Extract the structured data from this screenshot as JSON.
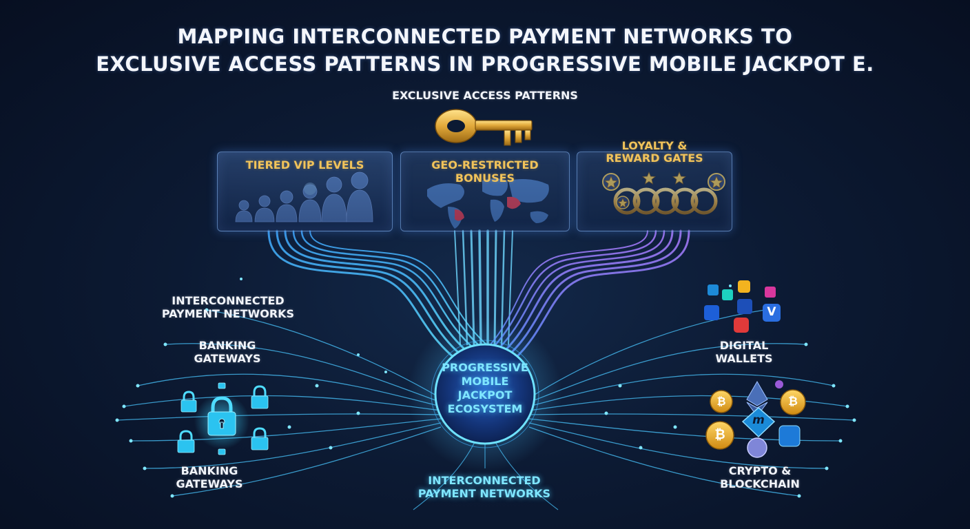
{
  "title": {
    "line1": "MAPPING INTERCONNECTED PAYMENT NETWORKS TO",
    "line2": "EXCLUSIVE ACCESS PATTERNS IN PROGRESSIVE MOBILE JACKPOT E."
  },
  "access_header": "EXCLUSIVE ACCESS PATTERNS",
  "panels": {
    "vip": "TIERED VIP LEVELS",
    "geo_line1": "GEO-RESTRICTED",
    "geo_line2": "BONUSES",
    "loyalty_line1": "LOYALTY &",
    "loyalty_line2": "REWARD GATES"
  },
  "hub": {
    "line1": "PROGRESSIVE",
    "line2": "MOBILE",
    "line3": "JACKPOT",
    "line4": "ECOSYSTEM"
  },
  "left_labels": {
    "networks_line1": "INTERCONNECTED",
    "networks_line2": "PAYMENT NETWORKS",
    "banking_top_line1": "BANKING",
    "banking_top_line2": "GATEWAYS",
    "banking_bottom_line1": "BANKING",
    "banking_bottom_line2": "GATEWAYS"
  },
  "bottom_label": {
    "line1": "INTERCONNECTED",
    "line2": "PAYMENT NETWORKS"
  },
  "right_labels": {
    "wallets_line1": "DIGITAL",
    "wallets_line2": "WALLETS",
    "crypto_line1": "CRYPTO &",
    "crypto_line2": "BLOCKCHAIN"
  },
  "icons": {
    "wallet_v": "V",
    "crypto_m": "m",
    "bitcoin": "₿"
  },
  "colors": {
    "gold": "#f1c35a",
    "cyan": "#5fd8ff",
    "violet": "#9a6bff",
    "background": "#0c1a33"
  }
}
